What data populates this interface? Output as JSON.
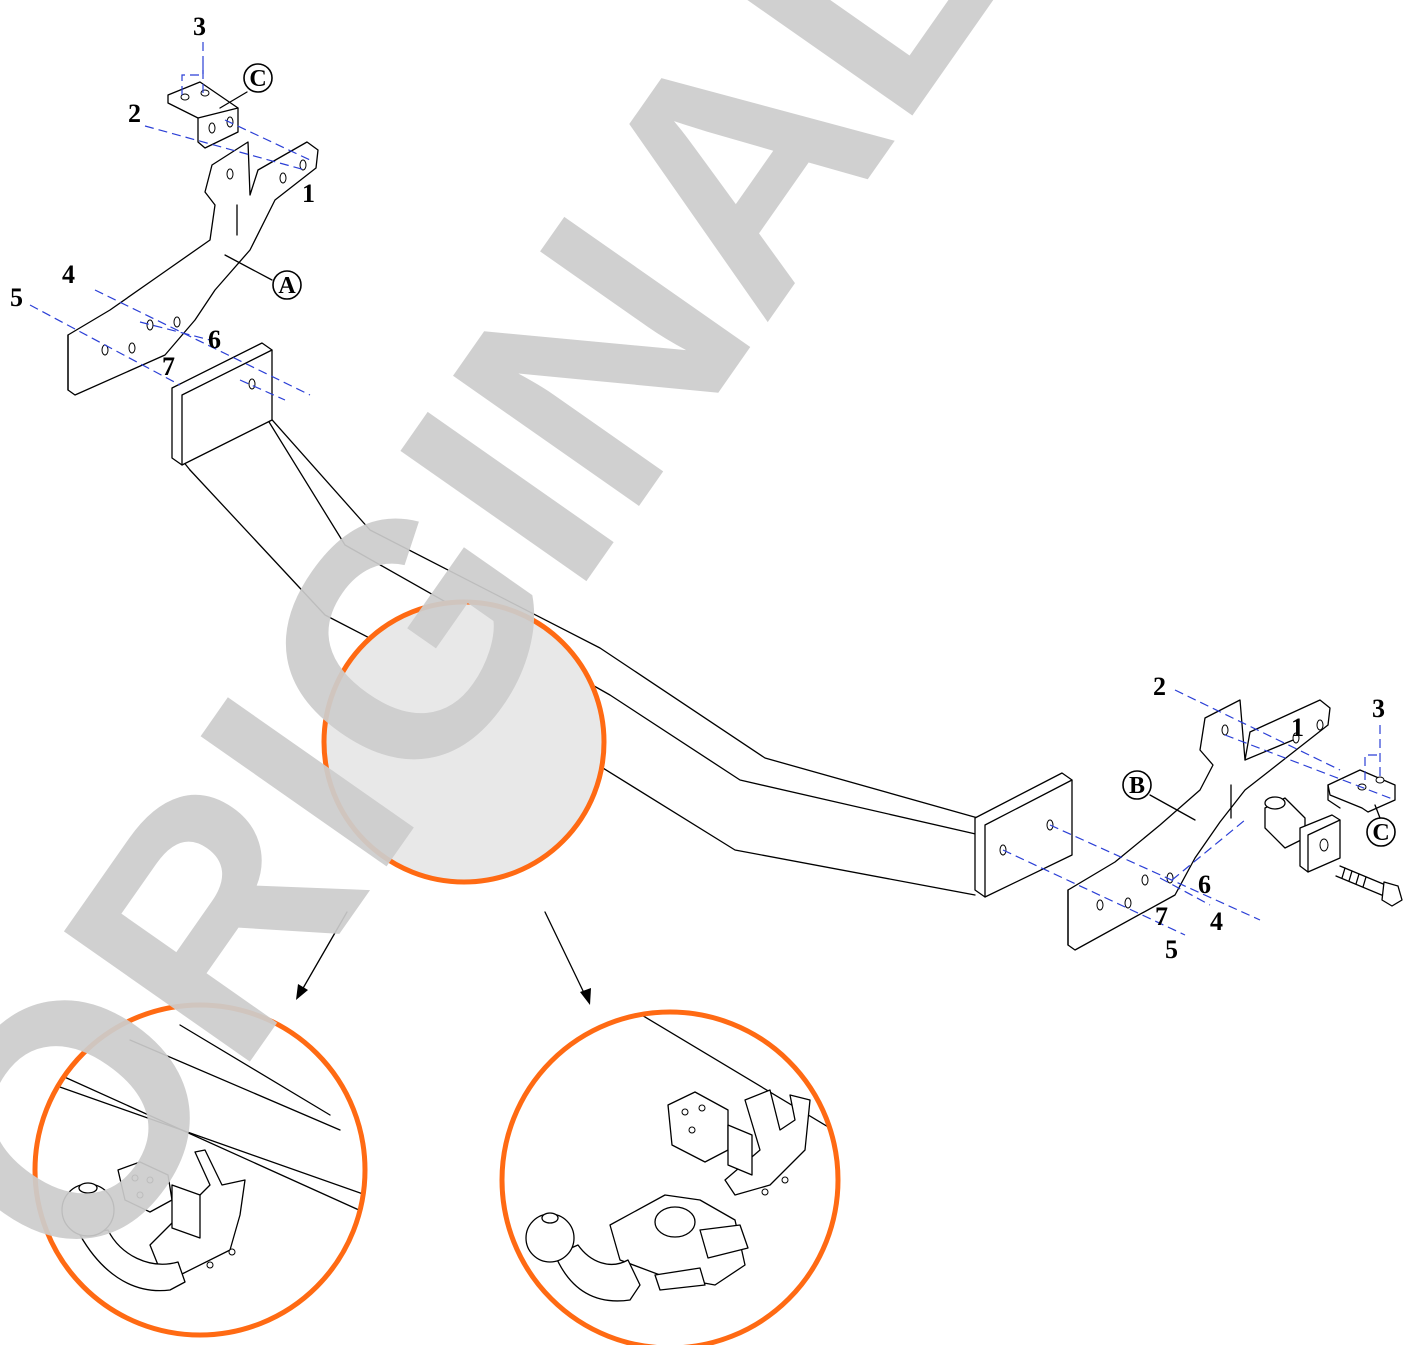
{
  "colors": {
    "line": "#000000",
    "dash": "#2b3fd6",
    "watermark": "#cdcdcd",
    "detail_circle": "#ff6a13",
    "detail_fill": "#e8e8e8"
  },
  "watermark": {
    "text": "ORIGINAL"
  },
  "parts": {
    "A": "A",
    "B": "B",
    "C": "C"
  },
  "numbers": {
    "n1": "1",
    "n2": "2",
    "n3": "3",
    "n4": "4",
    "n5": "5",
    "n6": "6",
    "n7": "7"
  },
  "icons": [
    "tow-ball-fixed-icon",
    "tow-ball-detachable-icon",
    "arrow-icon"
  ]
}
